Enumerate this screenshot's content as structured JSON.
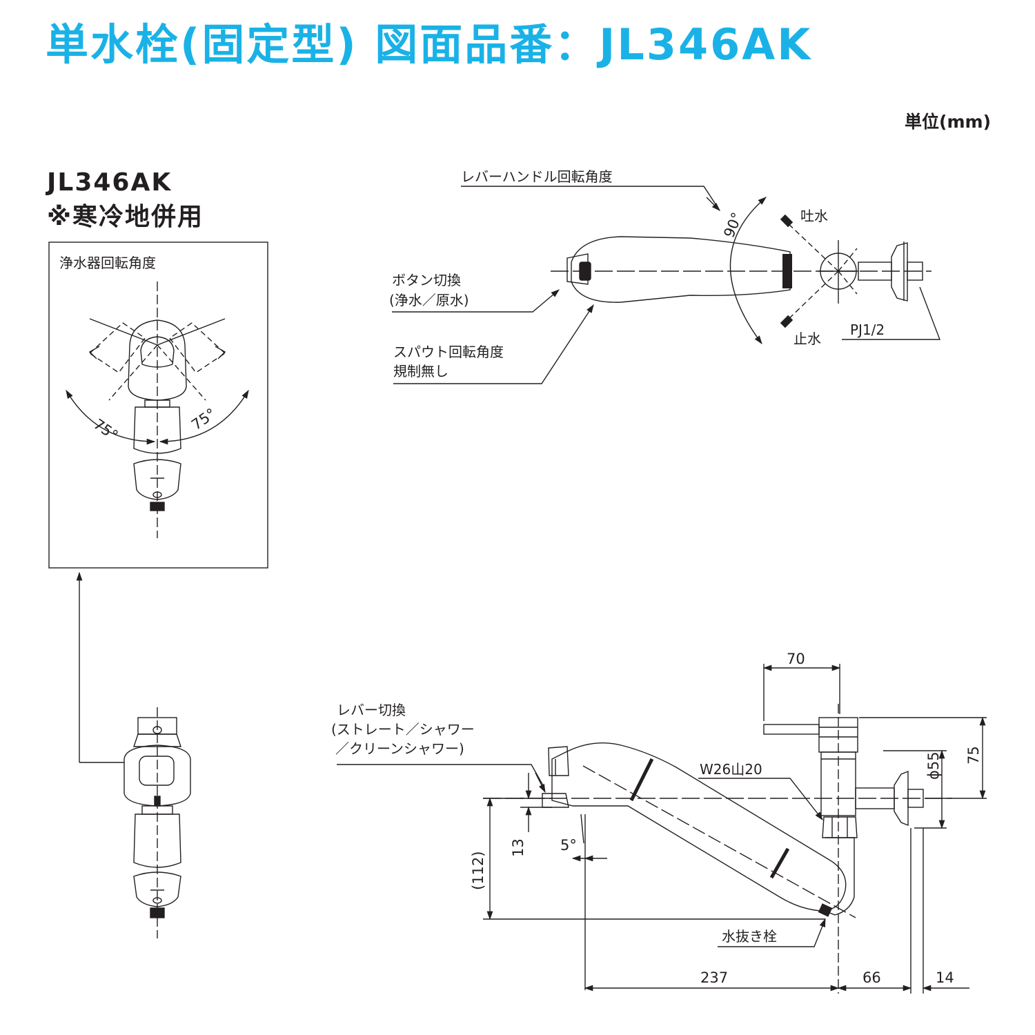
{
  "title": "単水栓(固定型) 図面品番：JL346AK",
  "unit": "単位(mm)",
  "model": {
    "code": "JL346AK",
    "note": "※寒冷地併用"
  },
  "purifier_view": {
    "label": "浄水器回転角度",
    "angle_left": "75°",
    "angle_right": "75°"
  },
  "top_view": {
    "lever_rotation": "レバーハンドル回転角度",
    "angle": "90°",
    "outflow": "吐水",
    "stop": "止水",
    "button_line1": "ボタン切換",
    "button_line2": "(浄水／原水)",
    "spout_line1": "スパウト回転角度",
    "spout_line2": "規制無し",
    "pipe": "PJ1/2"
  },
  "side_view": {
    "lever_line1": "レバー切換",
    "lever_line2": "(ストレート／シャワー",
    "lever_line3": "／クリーンシャワー)",
    "thread": "W26山20",
    "drain": "水抜き栓",
    "dims": {
      "top_width": "70",
      "diameter": "ϕ55",
      "height": "75",
      "offset": "13",
      "tilt": "5°",
      "spout_height": "(112)",
      "length": "237",
      "wall": "66",
      "flange": "14"
    }
  }
}
